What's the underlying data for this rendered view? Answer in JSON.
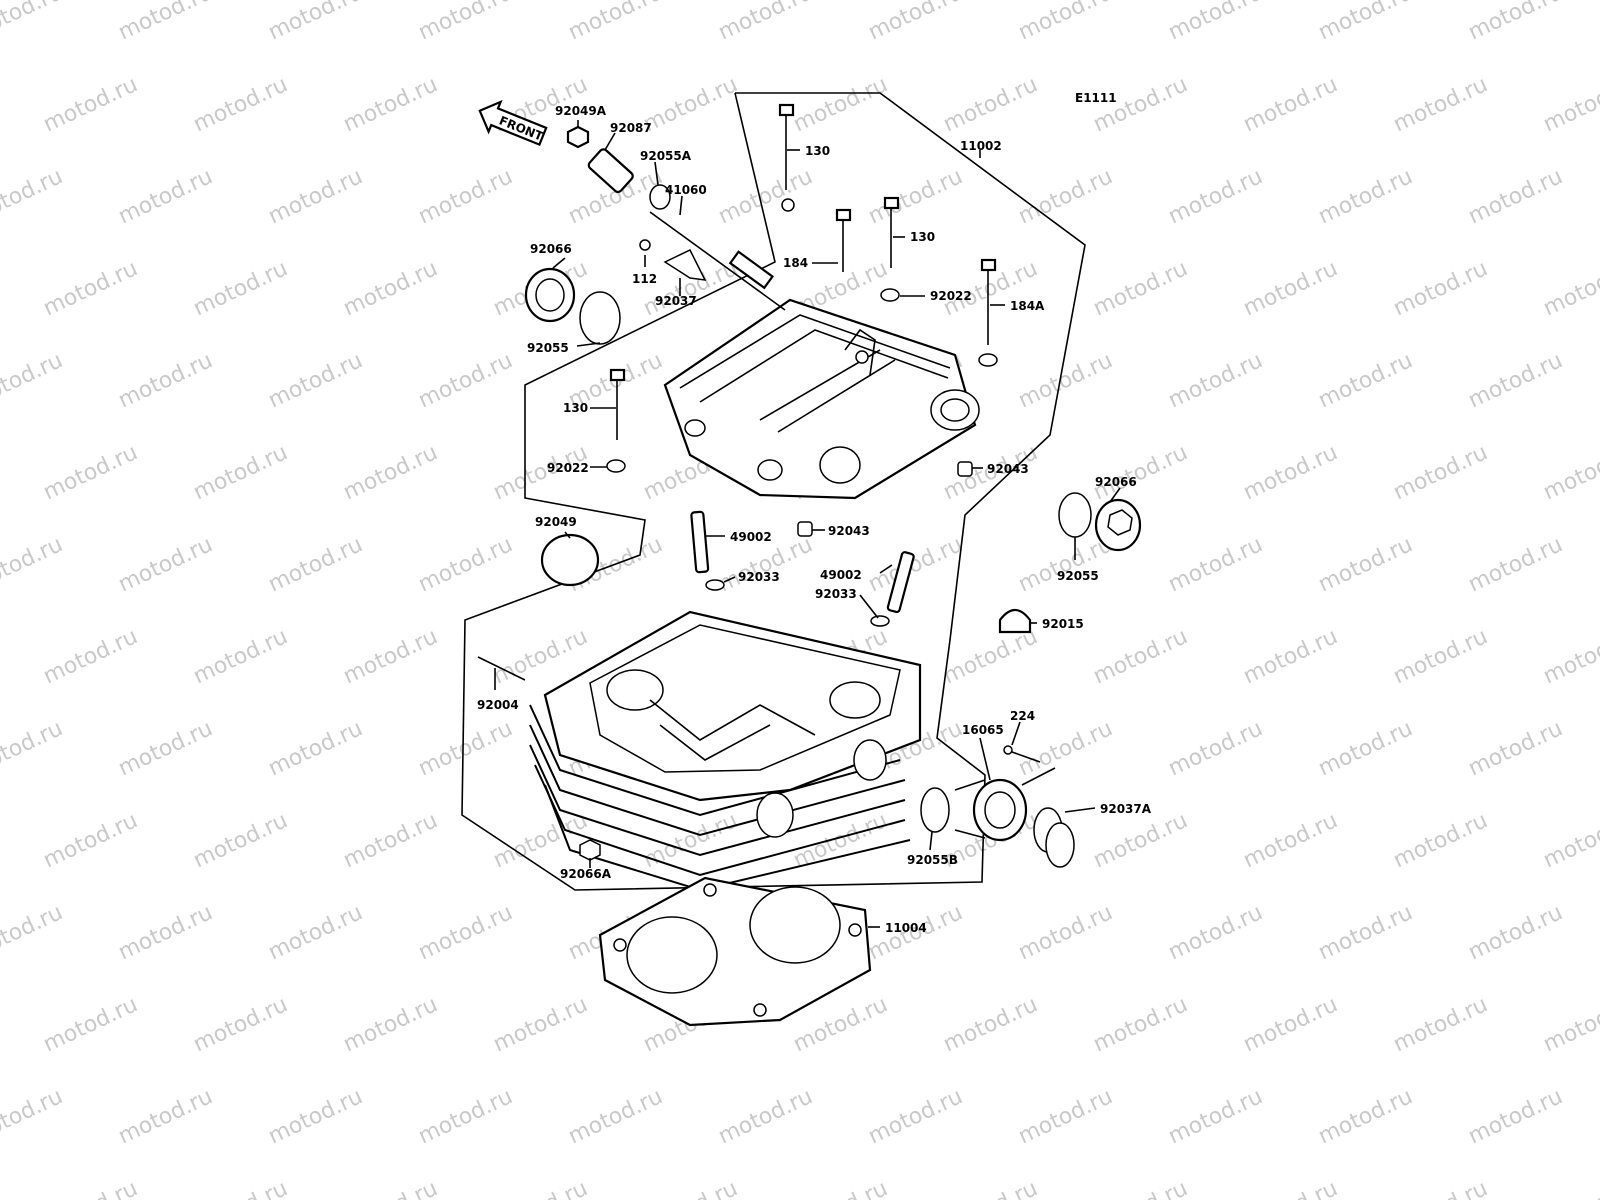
{
  "diagram_code": "E1111",
  "front_label": "FRONT",
  "watermark": "motod.ru",
  "parts": {
    "p92049A": "92049A",
    "p92087": "92087",
    "p92055A": "92055A",
    "p41060": "41060",
    "p130a": "130",
    "p11002": "11002",
    "p184": "184",
    "p130b": "130",
    "p92066a": "92066",
    "p112": "112",
    "p92037": "92037",
    "p92022a": "92022",
    "p184A": "184A",
    "p92055a": "92055",
    "p130c": "130",
    "p92022b": "92022",
    "p92043a": "92043",
    "p92066b": "92066",
    "p92049": "92049",
    "p49002a": "49002",
    "p92043b": "92043",
    "p92055b": "92055",
    "p92033a": "92033",
    "p49002b": "49002",
    "p92033b": "92033",
    "p92015": "92015",
    "p92004": "92004",
    "p224": "224",
    "p16065": "16065",
    "p92037A": "92037A",
    "p92055B": "92055B",
    "p92066A": "92066A",
    "p11004": "11004"
  }
}
